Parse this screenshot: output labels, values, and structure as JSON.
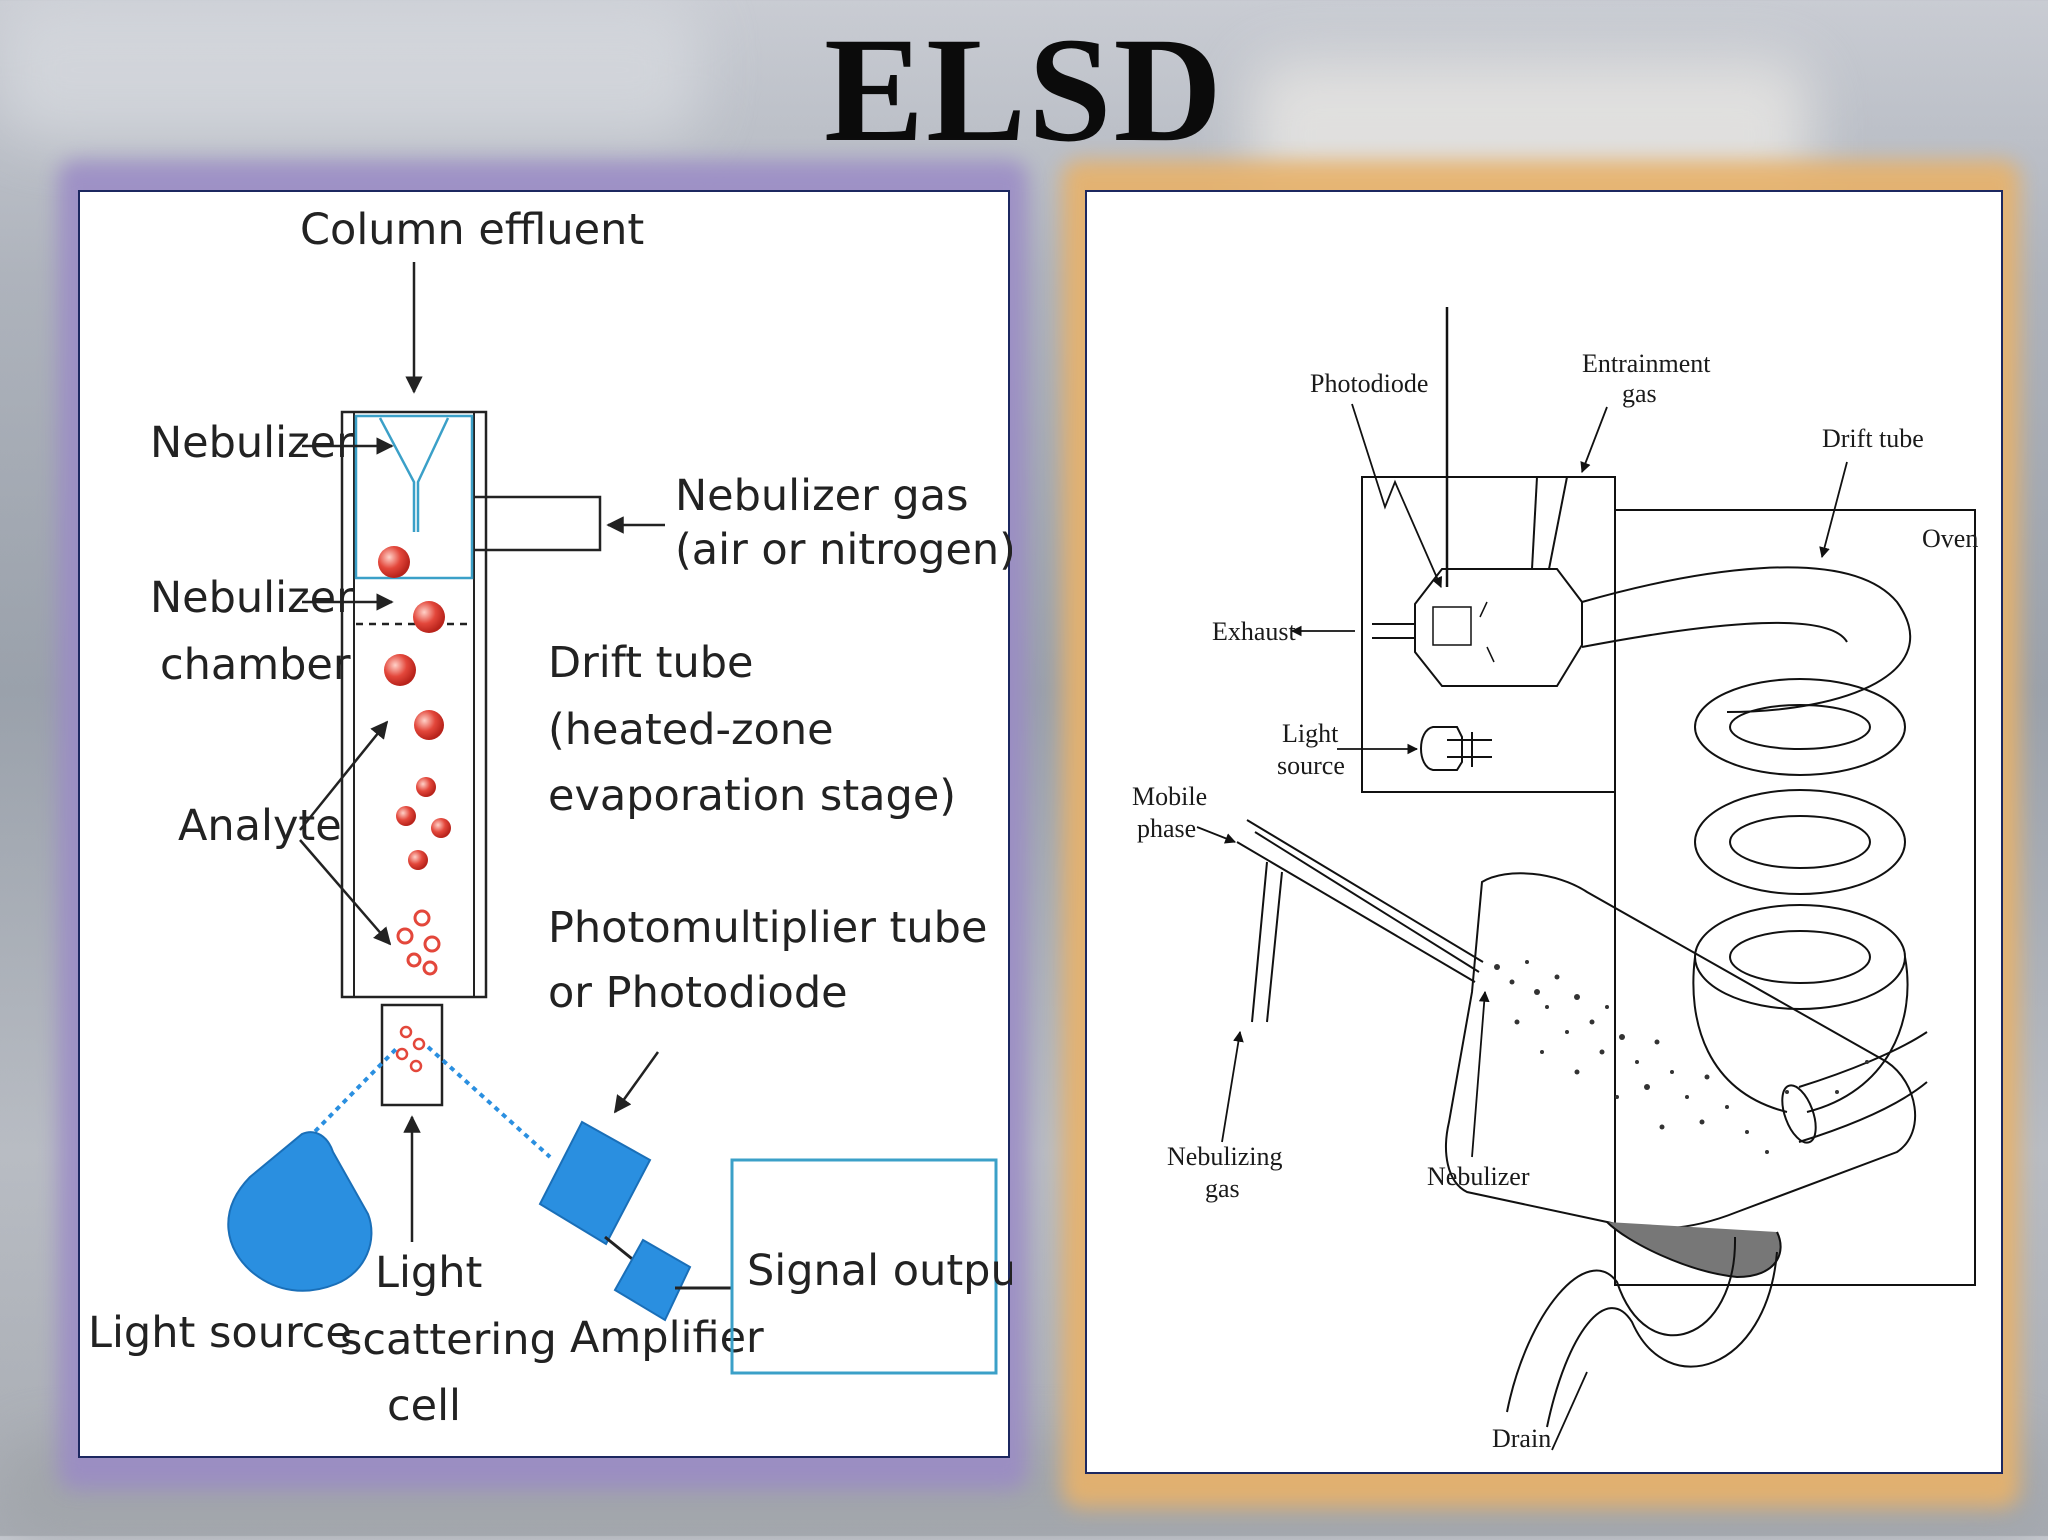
{
  "title": "ELSD",
  "colors": {
    "accent_blue": "#2a8fe0",
    "droplet_red": "#e3473b",
    "tube_outline": "#3ba0c8"
  },
  "left_diagram": {
    "column_effluent": "Column effluent",
    "nebulizer": "Nebulizer",
    "nebulizer_gas_line1": "Nebulizer gas",
    "nebulizer_gas_line2": "(air or nitrogen)",
    "nebulizer_chamber_line1": "Nebulizer",
    "nebulizer_chamber_line2": "chamber",
    "drift_tube_line1": "Drift tube",
    "drift_tube_line2": "(heated-zone",
    "drift_tube_line3": "evaporation stage)",
    "analyte": "Analyte",
    "photomultiplier_line1": "Photomultiplier tube",
    "photomultiplier_line2": "or Photodiode",
    "light_source": "Light source",
    "light_scattering_line1": "Light",
    "light_scattering_line2": "scattering",
    "light_scattering_line3": "cell",
    "amplifier": "Amplifier",
    "signal_output": "Signal output"
  },
  "right_diagram": {
    "photodiode": "Photodiode",
    "entrainment_line1": "Entrainment",
    "entrainment_line2": "gas",
    "drift_tube": "Drift tube",
    "oven": "Oven",
    "exhaust": "Exhaust",
    "light_line1": "Light",
    "light_line2": "source",
    "mobile_line1": "Mobile",
    "mobile_line2": "phase",
    "nebulizing_line1": "Nebulizing",
    "nebulizing_line2": "gas",
    "nebulizer": "Nebulizer",
    "drain": "Drain"
  }
}
